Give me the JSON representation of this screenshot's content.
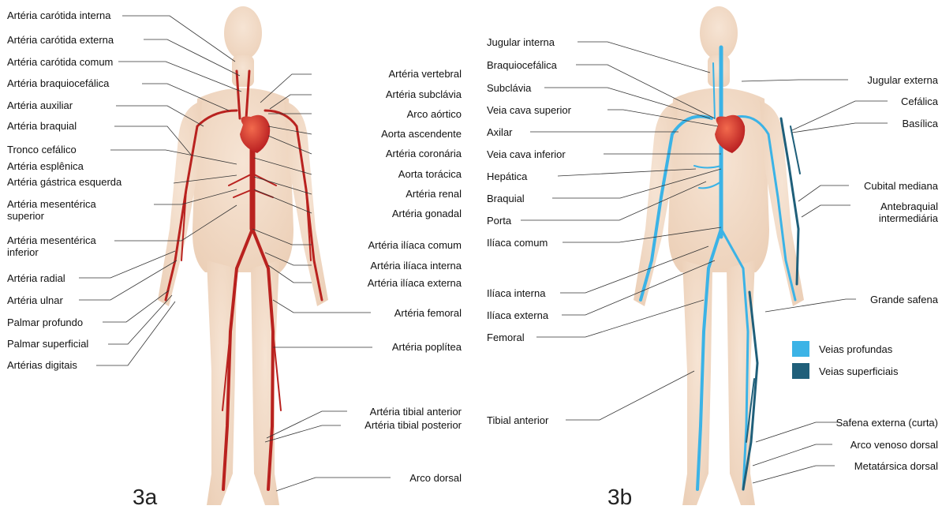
{
  "panel_a": {
    "id": "3a",
    "labels_left": [
      "Artéria carótida interna",
      "Artéria carótida externa",
      "Artéria carótida comum",
      "Artéria braquiocefálica",
      "Artéria auxiliar",
      "Artéria braquial",
      "Tronco cefálico",
      "Artéria esplênica",
      "Artéria gástrica esquerda",
      "Artéria mesentérica superior",
      "Artéria mesentérica inferior",
      "Artéria radial",
      "Artéria ulnar",
      "Palmar profundo",
      "Palmar superficial",
      "Artérias digitais"
    ],
    "labels_right": [
      "Artéria vertebral",
      "Artéria subclávia",
      "Arco aórtico",
      "Aorta ascendente",
      "Artéria coronária",
      "Aorta torácica",
      "Artéria renal",
      "Artéria gonadal",
      "Artéria ilíaca comum",
      "Artéria ilíaca interna",
      "Artéria ilíaca externa",
      "Artéria femoral",
      "Artéria poplítea",
      "Artéria tibial anterior",
      "Artéria tibial posterior",
      "Arco dorsal"
    ]
  },
  "panel_b": {
    "id": "3b",
    "labels_left": [
      "Jugular interna",
      "Braquiocefálica",
      "Subclávia",
      "Veia cava superior",
      "Axilar",
      "Veia cava inferior",
      "Hepática",
      "Braquial",
      "Porta",
      "Ilíaca comum",
      "Ilíaca interna",
      "Ilíaca externa",
      "Femoral",
      "Tibial anterior"
    ],
    "labels_right": [
      "Jugular externa",
      "Cefálica",
      "Basílica",
      "Cubital mediana",
      "Antebraquial intermediária",
      "Grande safena",
      "Safena externa (curta)",
      "Arco venoso dorsal",
      "Metatársica dorsal"
    ]
  },
  "legend": [
    {
      "label": "Veias profundas",
      "color": "#3bb3e6"
    },
    {
      "label": "Veias superficiais",
      "color": "#1f5f7a"
    }
  ],
  "colors": {
    "skin": "#f3dcc8",
    "artery": "#b9221f",
    "heart": "#d0262a",
    "vein_deep": "#3bb3e6",
    "vein_superficial": "#1f5f7a",
    "leader": "#333333"
  }
}
